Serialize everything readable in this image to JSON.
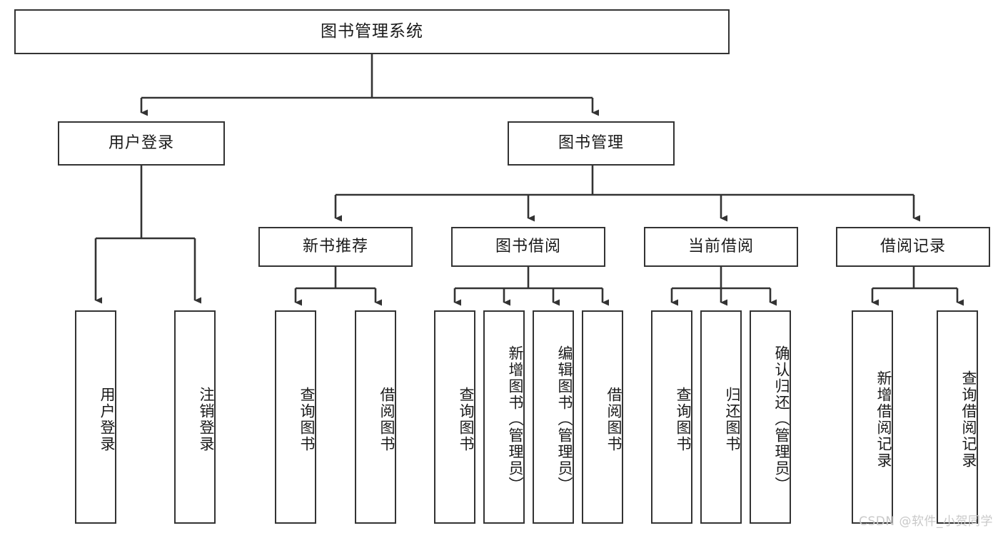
{
  "diagram": {
    "type": "tree",
    "title": "图书管理系统",
    "root": {
      "id": "root",
      "label": "图书管理系统"
    },
    "level2": [
      {
        "id": "user-login",
        "label": "用户登录"
      },
      {
        "id": "book-manage",
        "label": "图书管理"
      }
    ],
    "level3": [
      {
        "id": "new-book-recommend",
        "label": "新书推荐",
        "parent": "book-manage"
      },
      {
        "id": "book-borrow",
        "label": "图书借阅",
        "parent": "book-manage"
      },
      {
        "id": "current-borrow",
        "label": "当前借阅",
        "parent": "book-manage"
      },
      {
        "id": "borrow-record",
        "label": "借阅记录",
        "parent": "book-manage"
      }
    ],
    "leaves": [
      {
        "id": "leaf-user-login",
        "label": "用户登录",
        "parent": "user-login"
      },
      {
        "id": "leaf-logout-login",
        "label": "注销登录",
        "parent": "user-login"
      },
      {
        "id": "leaf-query-book-1",
        "label": "查询图书",
        "parent": "new-book-recommend"
      },
      {
        "id": "leaf-borrow-book-1",
        "label": "借阅图书",
        "parent": "new-book-recommend"
      },
      {
        "id": "leaf-query-book-2",
        "label": "查询图书",
        "parent": "book-borrow"
      },
      {
        "id": "leaf-add-book",
        "label": "新增图书（管理员）",
        "parent": "book-borrow"
      },
      {
        "id": "leaf-edit-book",
        "label": "编辑图书（管理员）",
        "parent": "book-borrow"
      },
      {
        "id": "leaf-borrow-book-2",
        "label": "借阅图书",
        "parent": "book-borrow"
      },
      {
        "id": "leaf-query-book-3",
        "label": "查询图书",
        "parent": "current-borrow"
      },
      {
        "id": "leaf-return-book",
        "label": "归还图书",
        "parent": "current-borrow"
      },
      {
        "id": "leaf-confirm-return",
        "label": "确认归还（管理员）",
        "parent": "current-borrow"
      },
      {
        "id": "leaf-add-record",
        "label": "新增借阅记录",
        "parent": "borrow-record"
      },
      {
        "id": "leaf-query-record",
        "label": "查询借阅记录",
        "parent": "borrow-record"
      }
    ]
  },
  "watermark": {
    "text": "CSDN @软件_小贺同学"
  },
  "colors": {
    "stroke": "#333333",
    "text": "#1a1a1a",
    "background": "#ffffff",
    "watermark": "#c9c9c9"
  }
}
